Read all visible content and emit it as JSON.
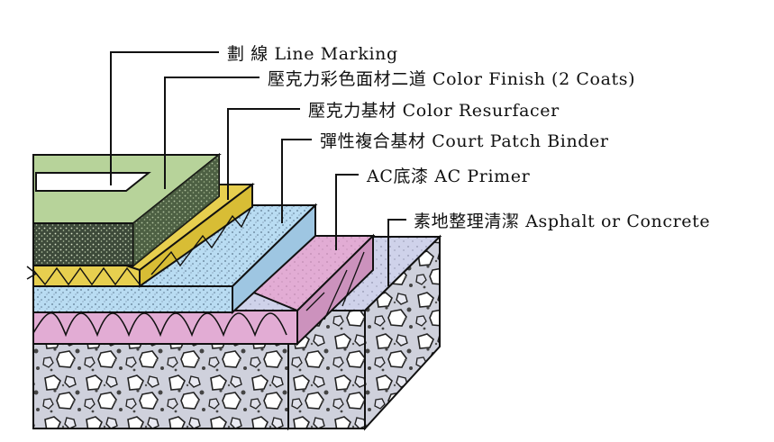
{
  "colors": {
    "line_marking": "#ffffff",
    "color_finish": "#b7d39a",
    "color_resurfacer": "#e7cf4f",
    "court_patch_binder": "#b9dcf2",
    "ac_primer": "#e2acd4",
    "asphalt_concrete": "#cfd2ea",
    "concrete_side": "#c9ccd9",
    "leader_line": "#111111"
  },
  "labels": [
    {
      "id": "line-marking",
      "text": "劃  線 Line Marking"
    },
    {
      "id": "color-finish",
      "text": "壓克力彩色面材二道 Color Finish (2 Coats)"
    },
    {
      "id": "color-resurfacer",
      "text": "壓克力基材 Color Resurfacer"
    },
    {
      "id": "court-patch-binder",
      "text": "彈性複合基材 Court Patch Binder"
    },
    {
      "id": "ac-primer",
      "text": "AC底漆 AC Primer"
    },
    {
      "id": "asphalt-concrete",
      "text": "素地整理清潔 Asphalt or Concrete"
    }
  ]
}
